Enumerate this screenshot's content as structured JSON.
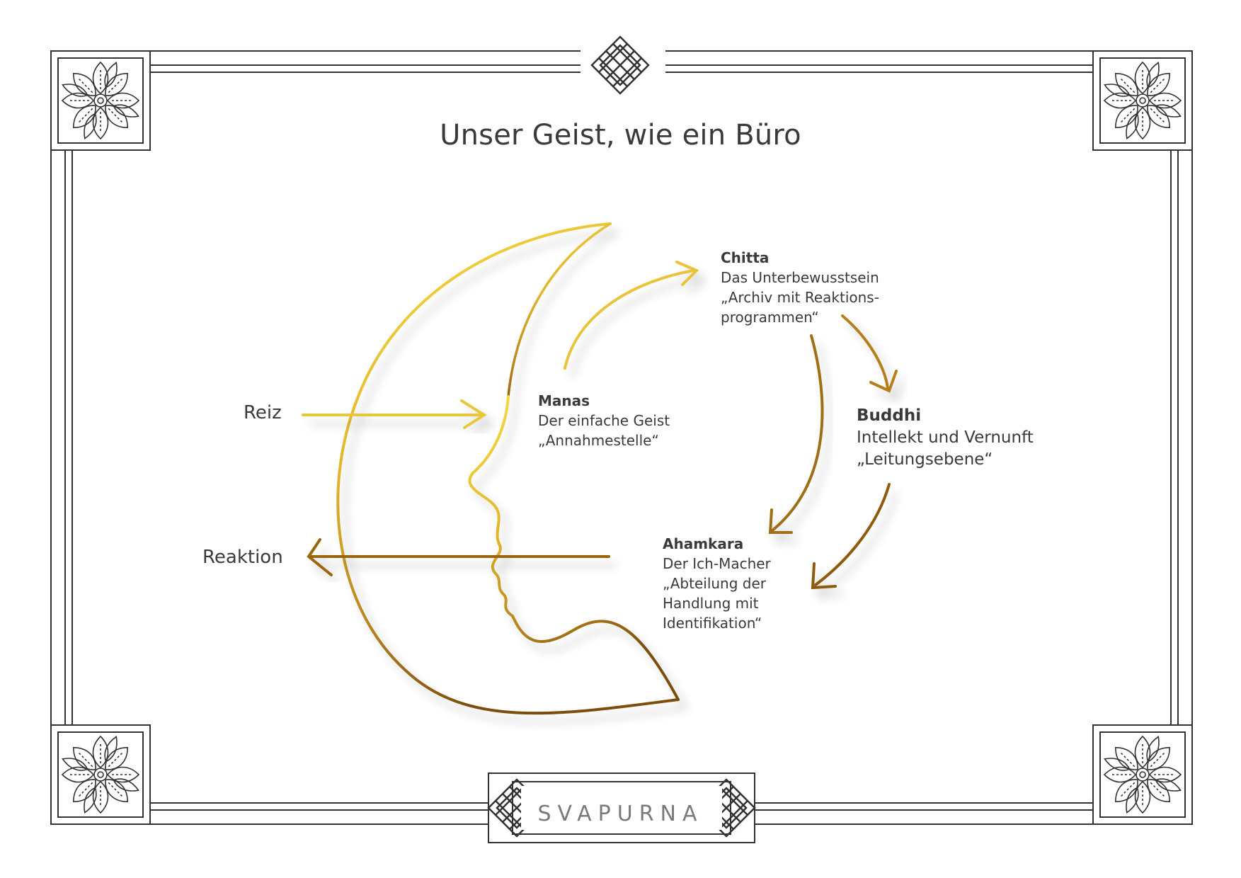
{
  "title": "Unser Geist, wie ein Büro",
  "labels": {
    "input": "Reiz",
    "output": "Reaktion"
  },
  "nodes": {
    "manas": {
      "name": "Manas",
      "lines": [
        "Der einfache Geist",
        "„Annahmestelle“"
      ]
    },
    "chitta": {
      "name": "Chitta",
      "lines": [
        "Das Unterbewusstsein",
        "„Archiv mit Reaktions-",
        "programmen“"
      ]
    },
    "buddhi": {
      "name": "Buddhi",
      "lines": [
        "Intellekt und Vernunft",
        "„Leitungsebene“"
      ]
    },
    "ahamkara": {
      "name": "Ahamkara",
      "lines": [
        "Der Ich-Macher",
        "„Abteilung der",
        "Handlung mit",
        "Identifikation“"
      ]
    }
  },
  "brand": "SVAPURNA",
  "colors": {
    "gold_light": "#f2d33a",
    "gold_mid": "#d4a21e",
    "gold_dark": "#8a5a10",
    "frame": "#333333",
    "text": "#3a3a3a"
  }
}
